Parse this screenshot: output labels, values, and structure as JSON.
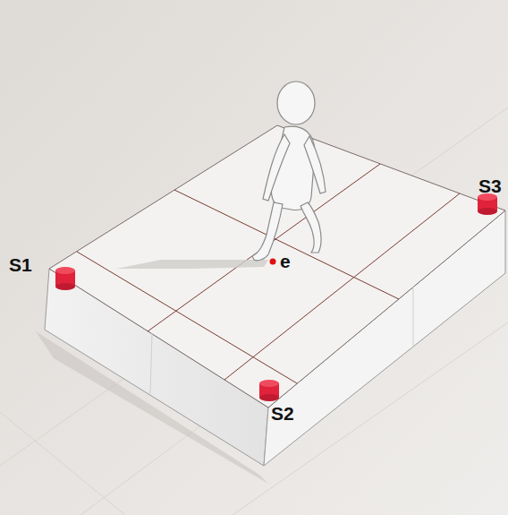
{
  "diagram": {
    "labels": [
      "S1",
      "S2",
      "S3",
      "e"
    ]
  }
}
